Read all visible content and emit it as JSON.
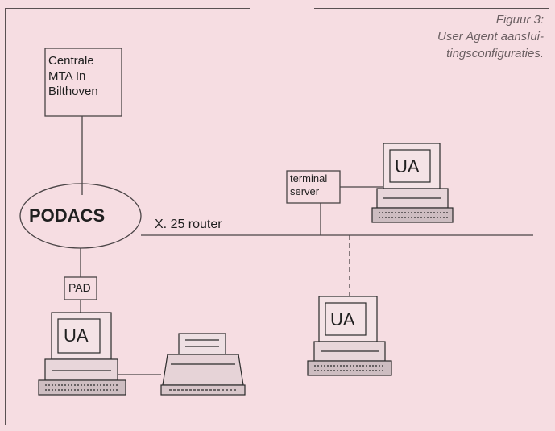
{
  "caption": {
    "line1": "Figuur 3:",
    "line2": "User Agent aansIui-",
    "line3": "tingsconfiguraties."
  },
  "nodes": {
    "mta_line1": "Centrale",
    "mta_line2": "MTA In",
    "mta_line3": "Bilthoven",
    "podacs": "PODACS",
    "terminal_server_line1": "terminal",
    "terminal_server_line2": "server",
    "pad": "PAD",
    "router": "X. 25 router",
    "ua_top": "UA",
    "ua_left": "UA",
    "ua_mid": "UA"
  },
  "colors": {
    "background": "#f6dde2",
    "line": "#4a4446",
    "text": "#1f1f1f"
  }
}
